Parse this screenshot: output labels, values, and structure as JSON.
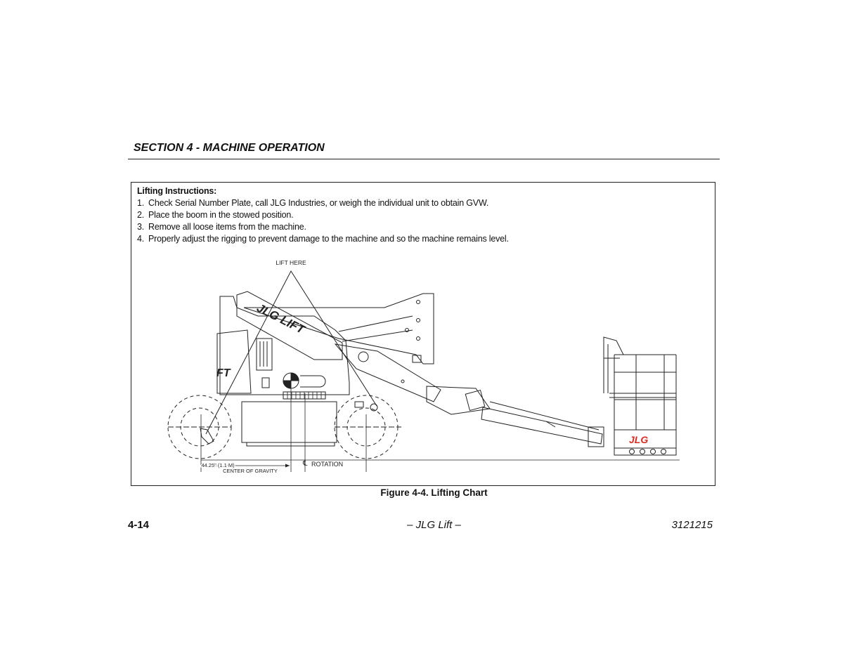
{
  "header": {
    "section_title": "SECTION 4 - MACHINE OPERATION"
  },
  "instructions": {
    "heading": "Lifting Instructions:",
    "steps": [
      {
        "num": "1.",
        "text": "Check Serial Number Plate, call JLG Industries, or weigh the individual unit to obtain GVW."
      },
      {
        "num": "2.",
        "text": "Place the boom in the stowed position."
      },
      {
        "num": "3.",
        "text": "Remove all loose items from the machine."
      },
      {
        "num": "4.",
        "text": "Properly adjust the rigging to prevent damage to the machine and so the machine remains level."
      }
    ]
  },
  "diagram": {
    "lift_here": "LIFT HERE",
    "rotation": "ROTATION",
    "cg_dimension": "44.25\" (1.1 M)",
    "cg_label": "CENTER OF GRAVITY",
    "boom_logo": "JLG LIFT",
    "platform_logo": "JLG",
    "chassis_logo": "FT",
    "logo_color": "#d62d22"
  },
  "figure": {
    "caption": "Figure 4-4. Lifting Chart"
  },
  "footer": {
    "page_number": "4-14",
    "title": "– JLG Lift –",
    "doc_number": "3121215"
  }
}
